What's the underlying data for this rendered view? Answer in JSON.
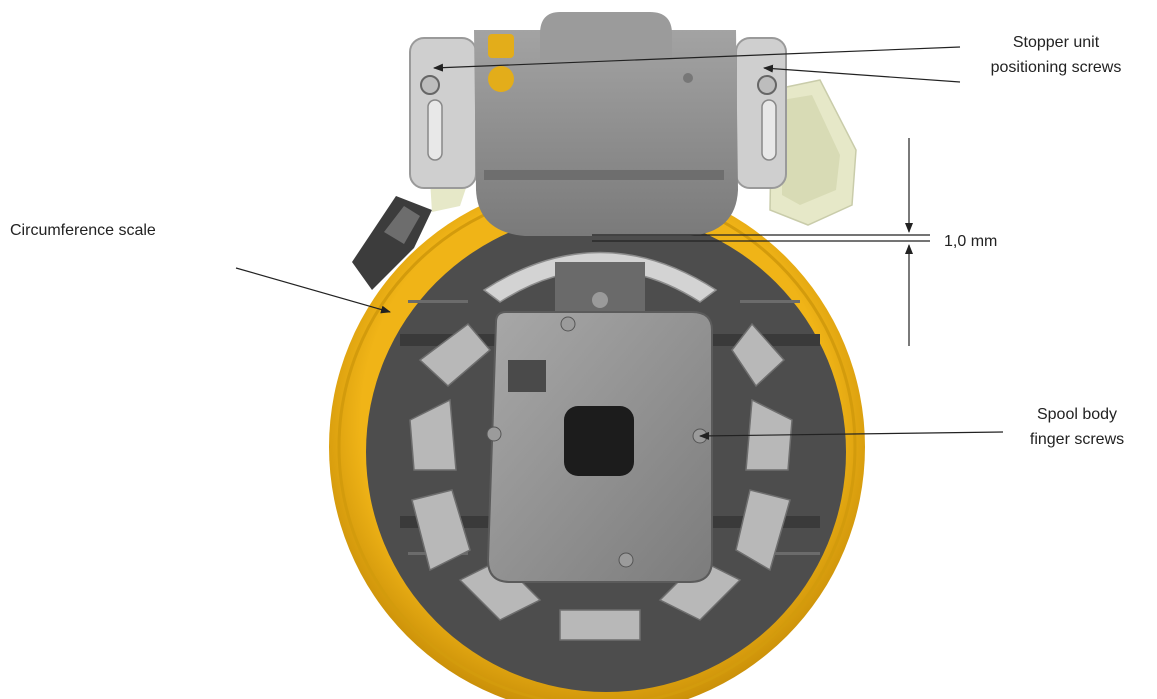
{
  "labels": {
    "stopper_line1": "Stopper unit",
    "stopper_line2": "positioning screws",
    "circumference": "Circumference scale",
    "spool_line1": "Spool body",
    "spool_line2": "finger screws",
    "gap": "1,0 mm"
  },
  "colors": {
    "yellow_ring": "#e5a710",
    "dark_body": "#4a4a4a",
    "grey_housing": "#8e8e8e",
    "silver_parts": "#c9c9c9",
    "pale_bracket": "#e6e8c8",
    "annotation_line": "#222222"
  }
}
